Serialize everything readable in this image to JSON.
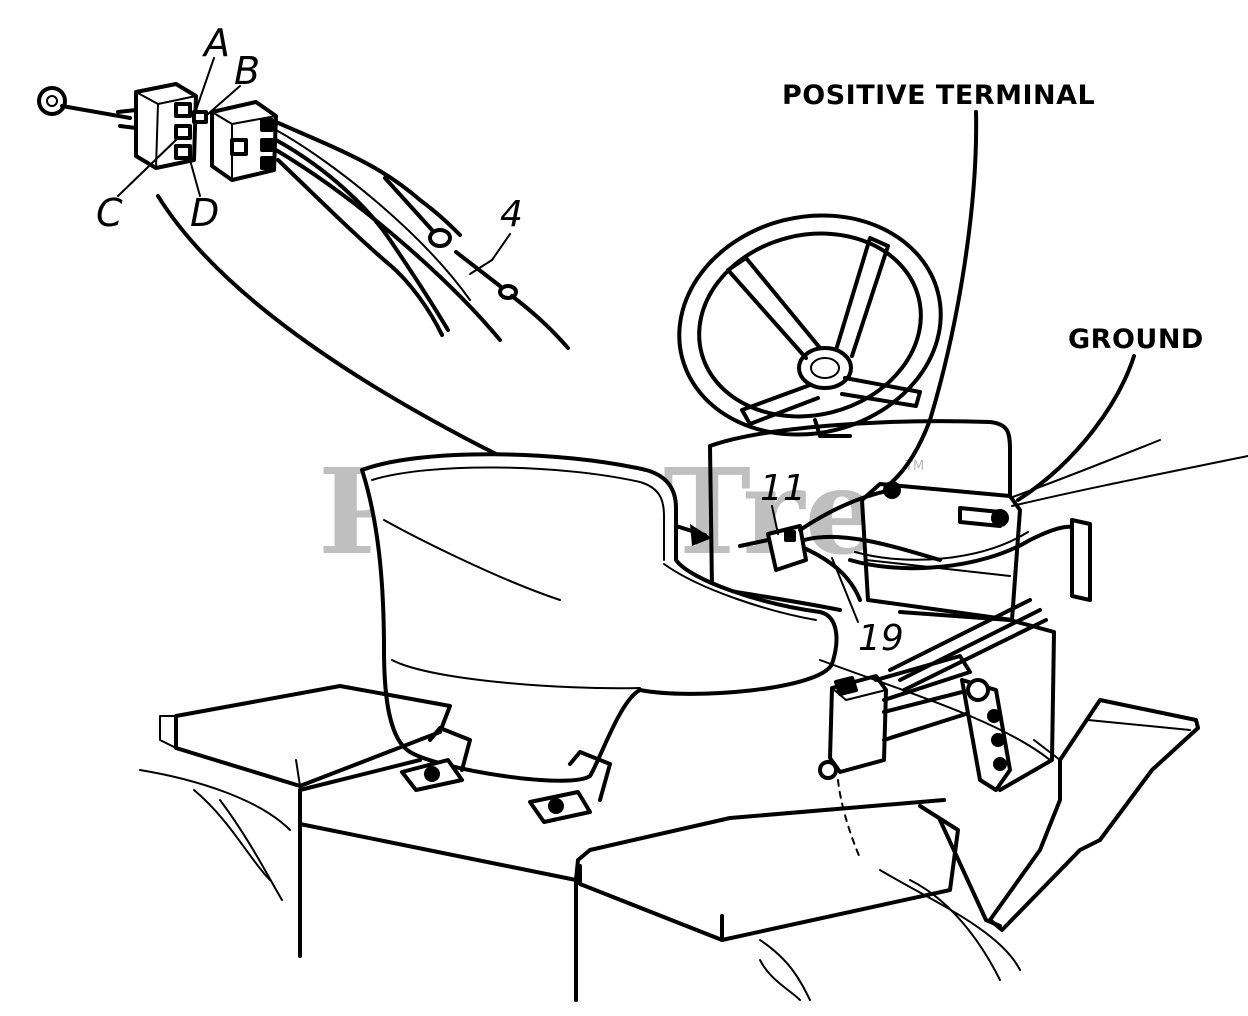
{
  "callouts": {
    "positive_terminal": "POSITIVE TERMINAL",
    "ground": "GROUND"
  },
  "switch_terminals": {
    "a": "A",
    "b": "B",
    "c": "C",
    "d": "D"
  },
  "part_numbers": {
    "p4": "4",
    "p11": "11",
    "p19": "19"
  },
  "watermark": {
    "text": "PartsTree",
    "mark": "TM"
  }
}
